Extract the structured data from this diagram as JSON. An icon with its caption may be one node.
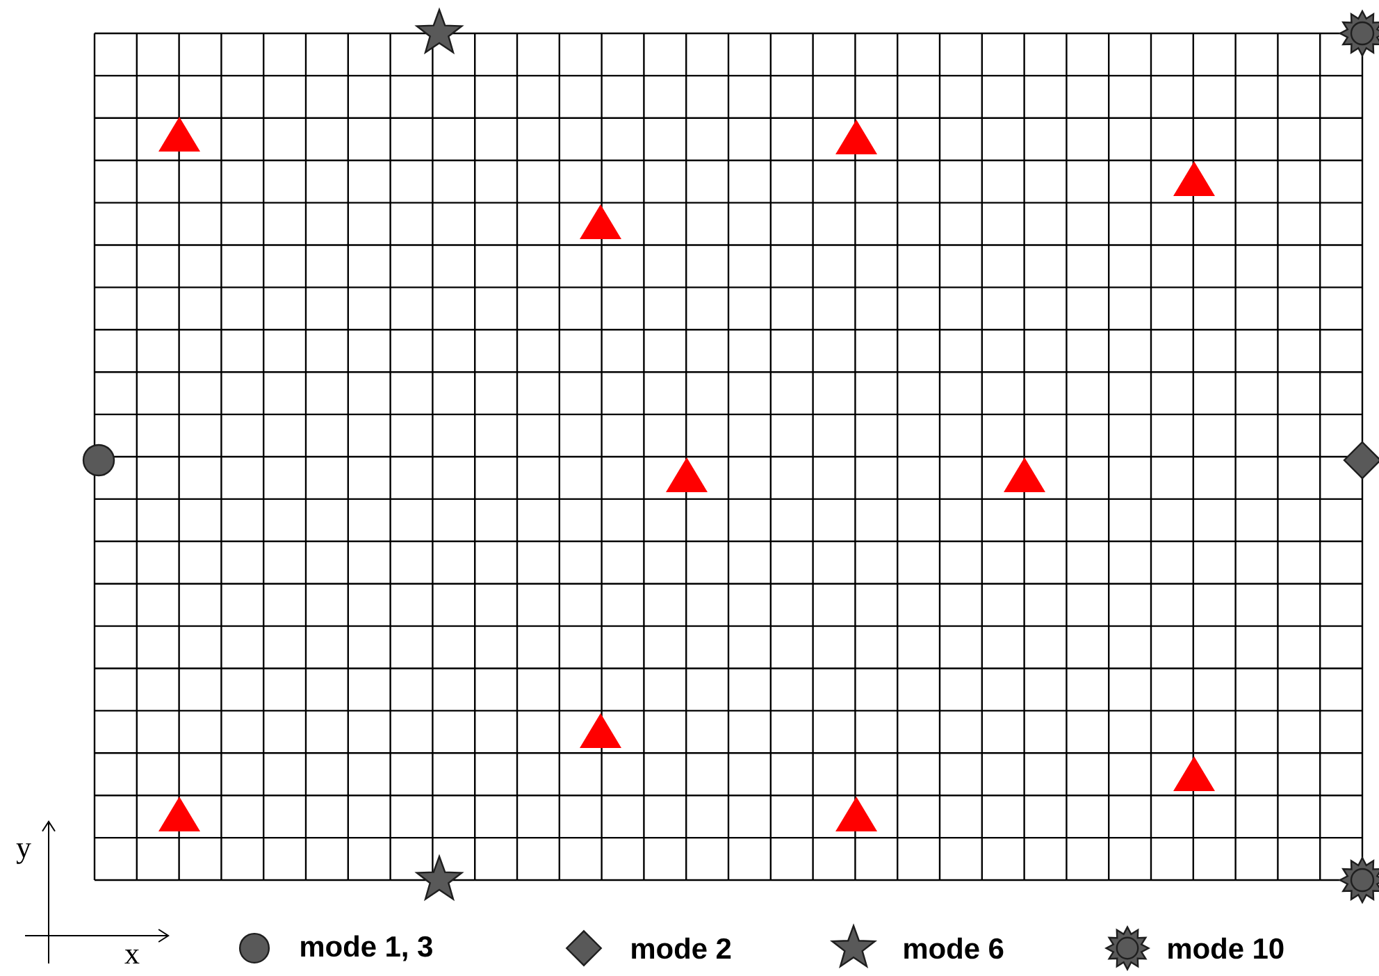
{
  "diagram": {
    "labels": [
      "y",
      "x"
    ],
    "legend": [
      {
        "text": "mode 1, 3"
      },
      {
        "text": "mode 2"
      },
      {
        "text": "mode 6"
      },
      {
        "text": "mode 10"
      }
    ]
  }
}
